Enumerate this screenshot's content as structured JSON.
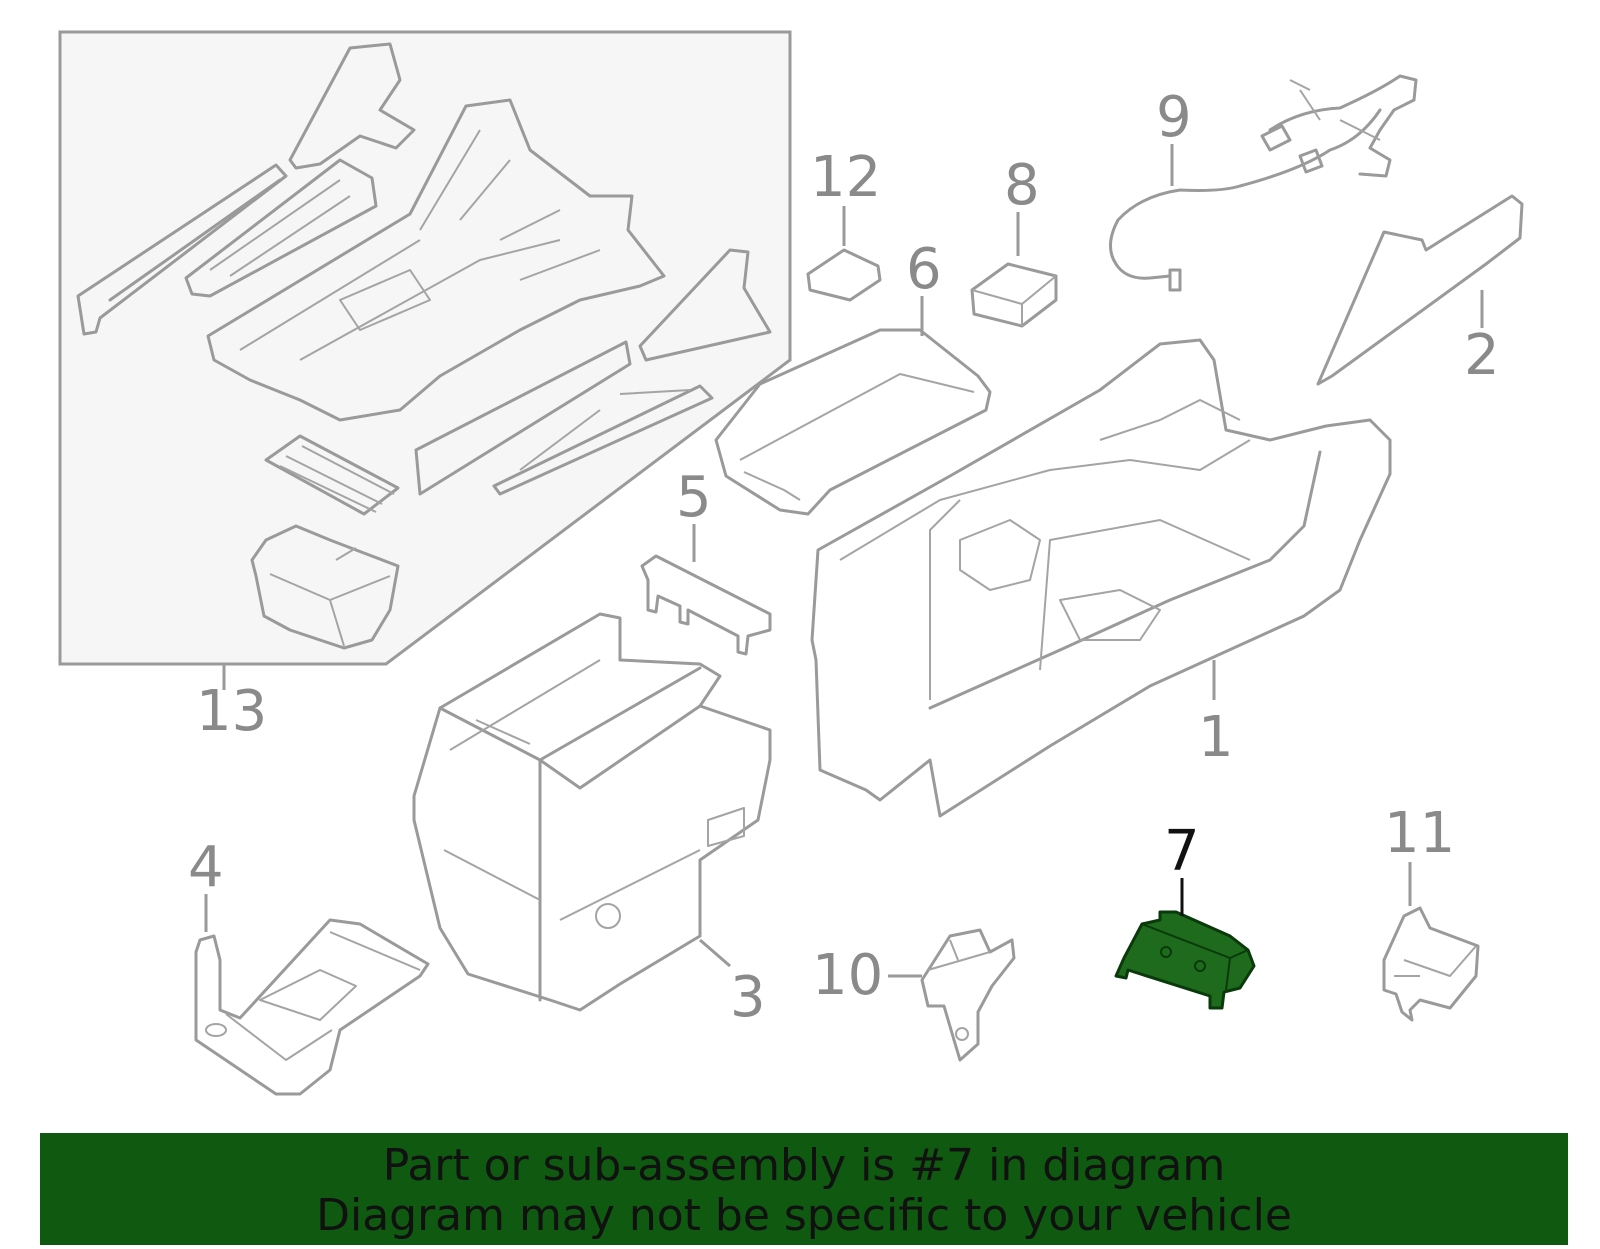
{
  "diagram": {
    "callouts": [
      "1",
      "2",
      "3",
      "4",
      "5",
      "6",
      "7",
      "8",
      "9",
      "10",
      "11",
      "12",
      "13"
    ],
    "highlighted_part": "7",
    "colors": {
      "line_art": "#9a9a9a",
      "highlight_fill": "#1e6b1e",
      "banner_bg": "#0f5a10",
      "label_text": "#8a8a8a",
      "highlight_text": "#111111"
    }
  },
  "banner": {
    "line1": "Part or sub-assembly is #7 in diagram",
    "line2": "Diagram may not be specific to your vehicle"
  }
}
